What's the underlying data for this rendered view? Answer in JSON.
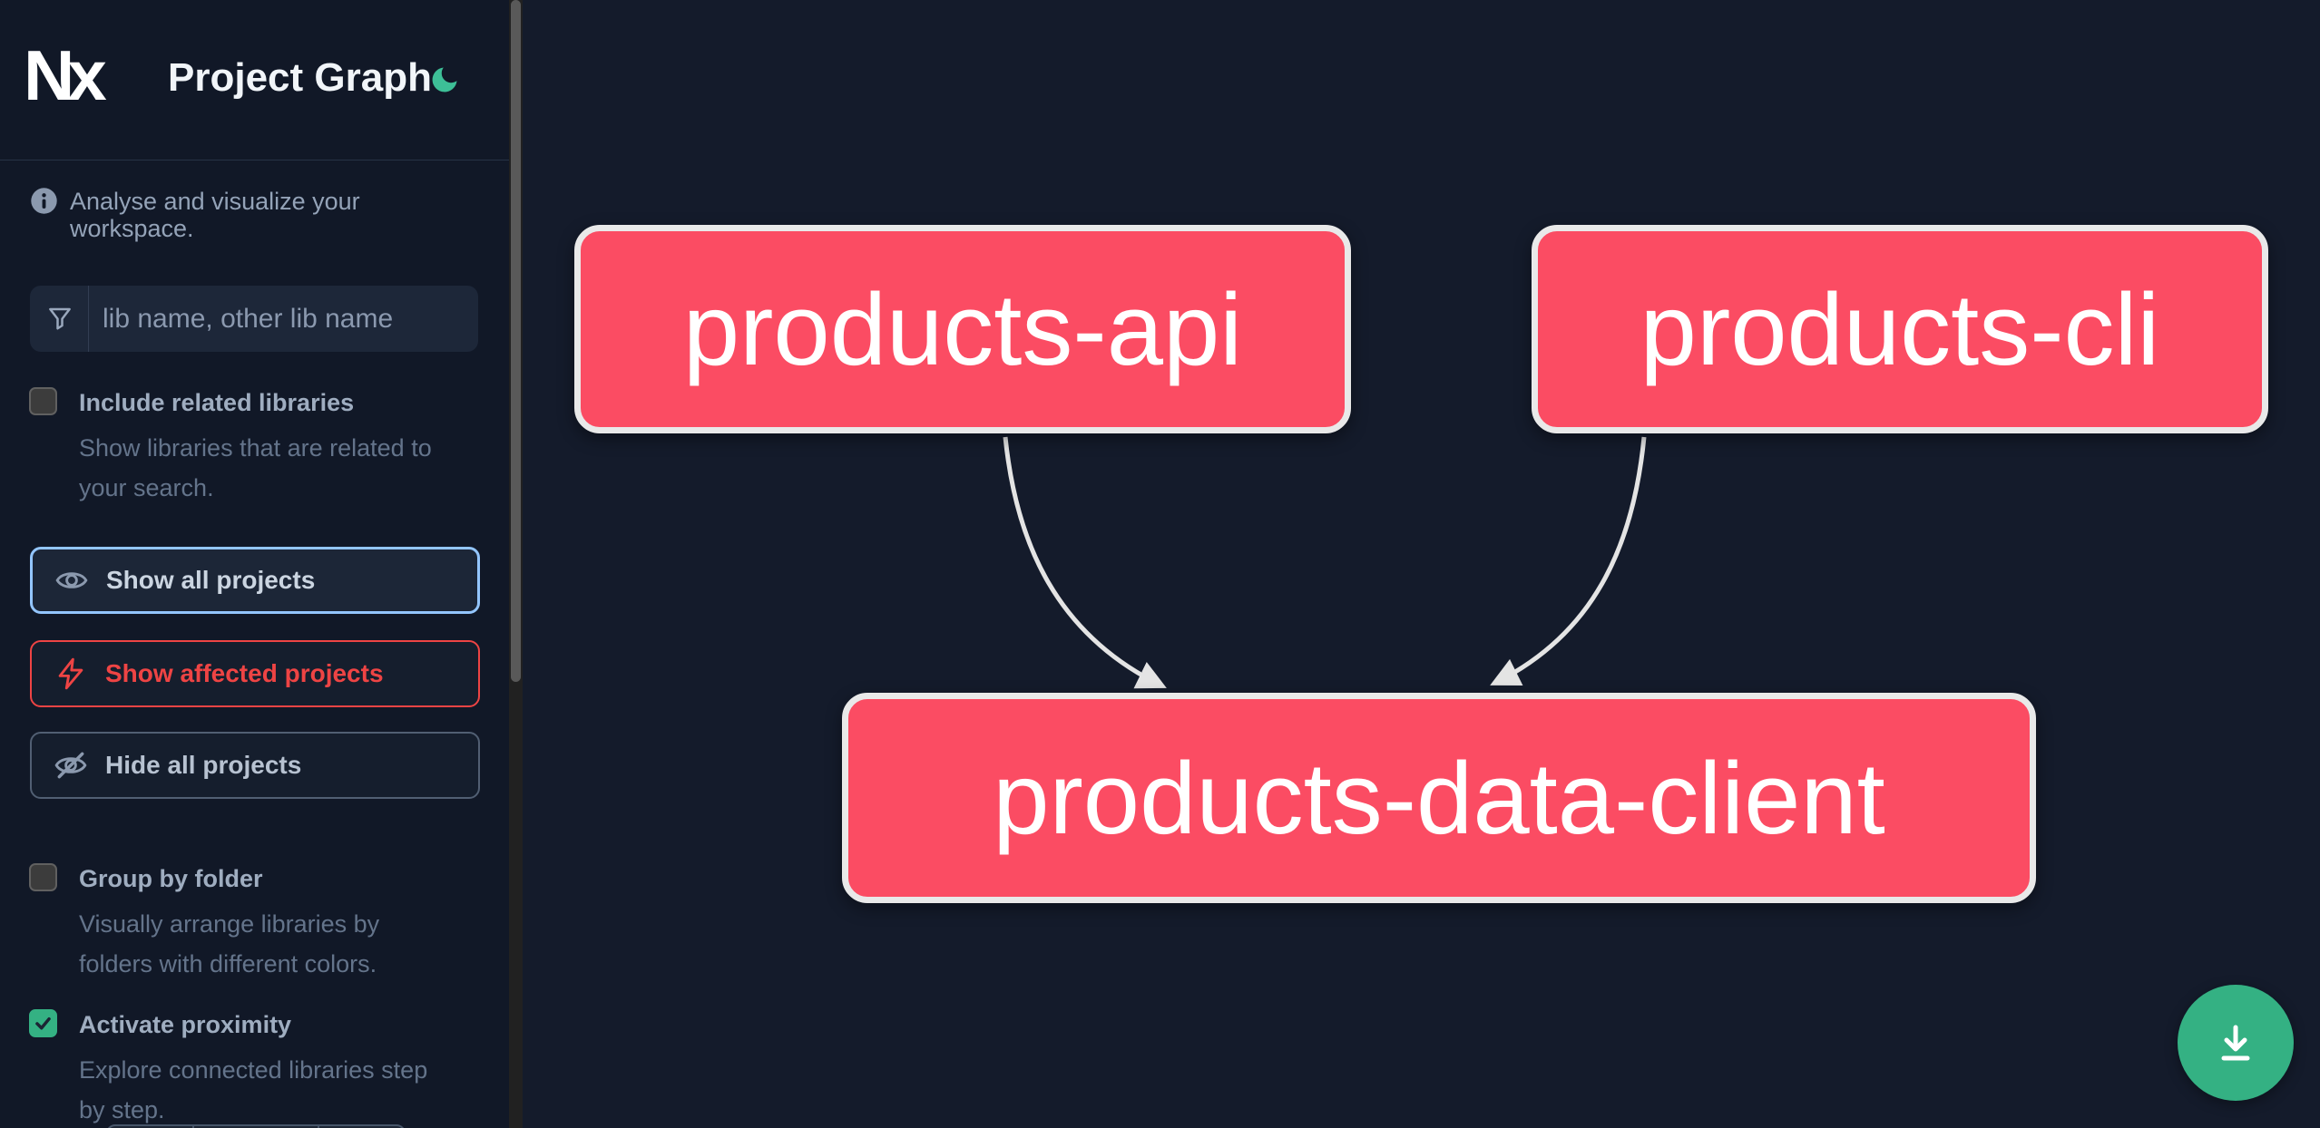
{
  "header": {
    "logo_text": "Nx",
    "title": "Project Graph"
  },
  "sidebar": {
    "tagline": "Analyse and visualize your workspace.",
    "search": {
      "placeholder": "lib name, other lib name"
    },
    "include_related": {
      "label": "Include related libraries",
      "description": "Show libraries that are related to\nyour search.",
      "checked": false
    },
    "actions": {
      "show_all": {
        "label": "Show all projects"
      },
      "show_affected": {
        "label": "Show affected projects"
      },
      "hide_all": {
        "label": "Hide all projects"
      }
    },
    "group_folder": {
      "label": "Group by folder",
      "description": "Visually arrange libraries by\nfolders with different colors.",
      "checked": false
    },
    "proximity": {
      "label": "Activate proximity",
      "description": "Explore connected libraries step\nby step.",
      "checked": true
    }
  },
  "graph": {
    "nodes": [
      {
        "id": "products-api",
        "label": "products-api"
      },
      {
        "id": "products-cli",
        "label": "products-cli"
      },
      {
        "id": "products-data-client",
        "label": "products-data-client"
      }
    ],
    "edges": [
      {
        "from": "products-api",
        "to": "products-data-client"
      },
      {
        "from": "products-cli",
        "to": "products-data-client"
      }
    ]
  },
  "colors": {
    "sidebar_bg": "#111827",
    "canvas_bg": "#141b2b",
    "node_fill": "#fb4c63",
    "node_border": "#e9e9e9",
    "edge": "#e4e4e4",
    "accent_green": "#34b183",
    "moon_green": "#3dbf97",
    "focus_ring": "#93c5fd",
    "affected_red": "#ee4444"
  }
}
